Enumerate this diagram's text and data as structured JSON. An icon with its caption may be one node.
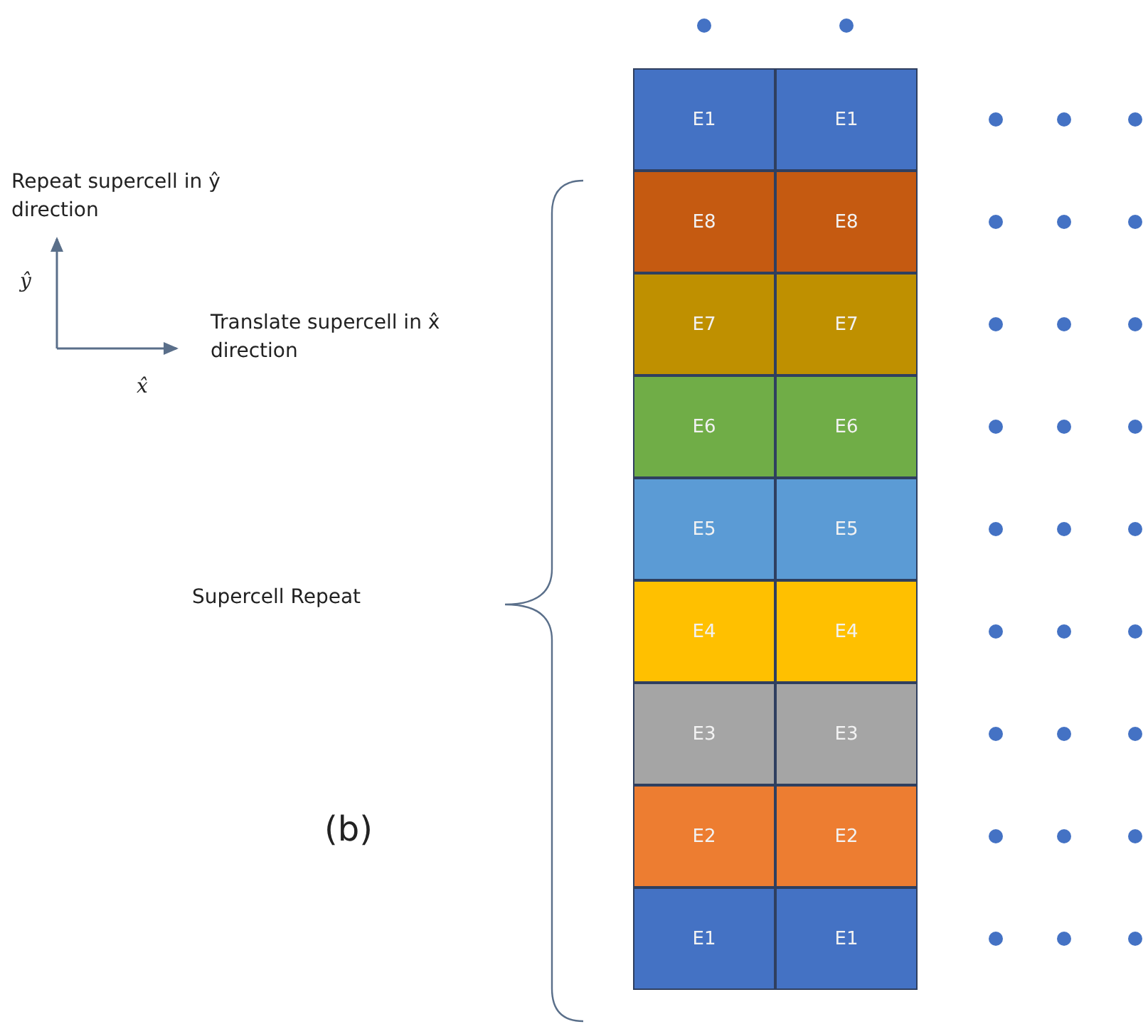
{
  "diagram": {
    "nodes": [
      {
        "text": [
          "E1"
        ]
      },
      {
        "text": [
          "E1"
        ]
      },
      {
        "text": [
          "E8"
        ]
      },
      {
        "text": [
          "E8"
        ]
      },
      {
        "text": [
          "E7"
        ]
      },
      {
        "text": [
          "E7"
        ]
      },
      {
        "text": [
          "E6"
        ]
      },
      {
        "text": [
          "E6"
        ]
      },
      {
        "text": [
          "E5"
        ]
      },
      {
        "text": [
          "E5"
        ]
      },
      {
        "text": [
          "E4"
        ]
      },
      {
        "text": [
          "E4"
        ]
      },
      {
        "text": [
          "E3"
        ]
      },
      {
        "text": [
          "E3"
        ]
      },
      {
        "text": [
          "E2"
        ]
      },
      {
        "text": [
          "E2"
        ]
      },
      {
        "text": [
          "E1"
        ]
      },
      {
        "text": [
          "E1"
        ]
      }
    ],
    "edges": [],
    "labels": [
      "Repeat supercell in ŷ direction",
      "ŷ",
      "Translate supercell in x̂ direction",
      "x̂",
      "Supercell Repeat",
      "(b)"
    ]
  }
}
